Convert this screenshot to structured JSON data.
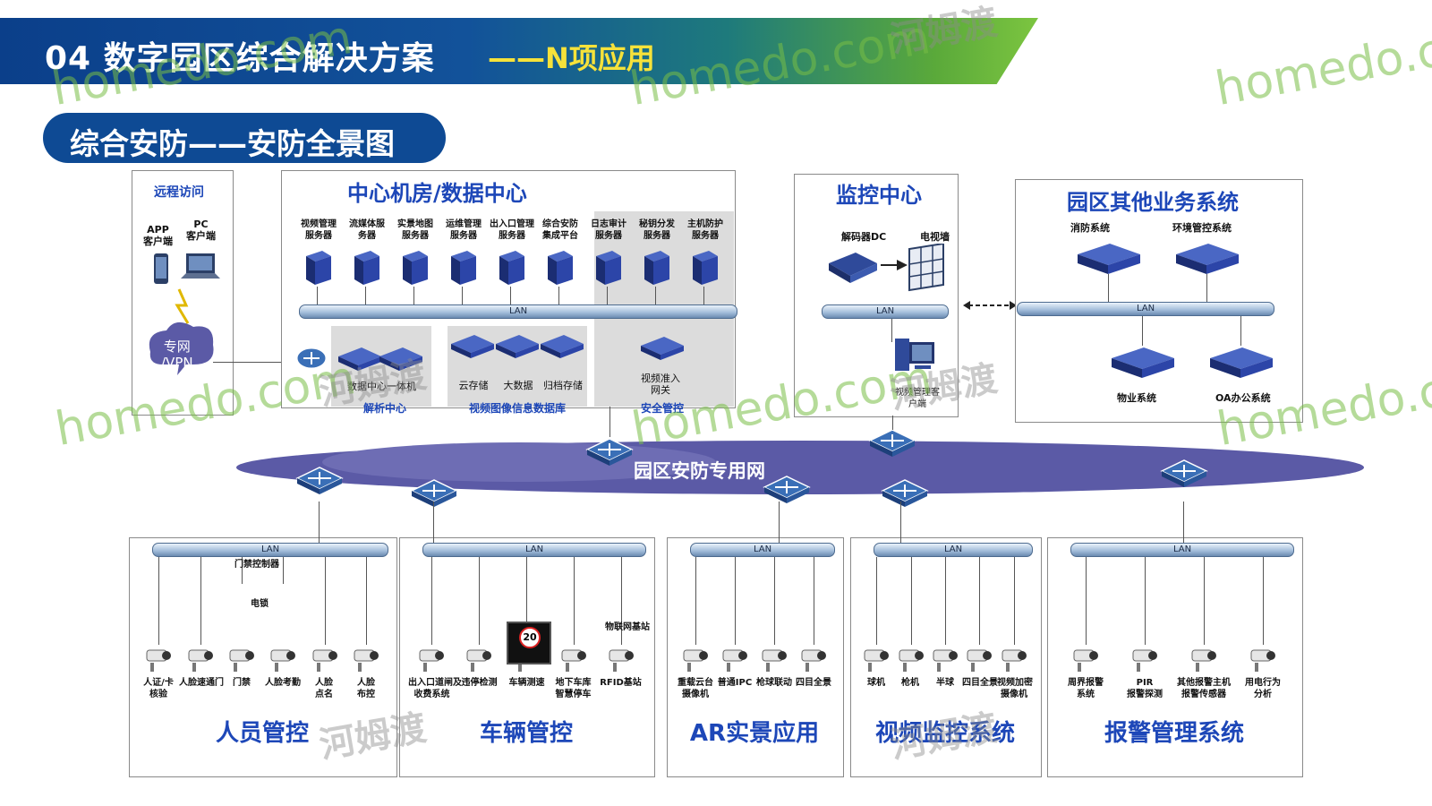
{
  "header": {
    "title": "04  数字园区综合解决方案",
    "subtitle": "——N项应用"
  },
  "section_pill": "综合安防——安防全景图",
  "remote": {
    "title": "远程访问",
    "app": "APP\n客户端",
    "pc": "PC\n客户端",
    "vpn": "专网\n/VPN"
  },
  "datacenter": {
    "title": "中心机房/数据中心",
    "servers": [
      "视频管理\n服务器",
      "流媒体服\n务器",
      "实景地图\n服务器",
      "运维管理\n服务器",
      "出入口管理\n服务器",
      "综合安防\n集成平台",
      "日志审计\n服务器",
      "秘钥分发\n服务器",
      "主机防护\n服务器"
    ],
    "lan": "LAN",
    "analysis_item": "数据中心一体机",
    "analysis_label": "解析中心",
    "db_items": [
      "云存储",
      "大数据",
      "归档存储"
    ],
    "db_label": "视频图像信息数据库",
    "security_item": "视频准入\n网关",
    "security_label": "安全管控"
  },
  "monitor_center": {
    "title": "监控中心",
    "decoder": "解码器DC",
    "tvwall": "电视墙",
    "lan": "LAN",
    "client": "视频管理客\n户端"
  },
  "other_systems": {
    "title": "园区其他业务系统",
    "items": [
      "消防系统",
      "环境管控系统",
      "物业系统",
      "OA办公系统"
    ],
    "lan": "LAN"
  },
  "network": {
    "label": "园区安防专用网"
  },
  "bottom_sections": [
    {
      "title": "人员管控",
      "lan": "LAN",
      "top_items": [
        "门禁控制器",
        "电锁"
      ],
      "items": [
        "人证/卡\n核验",
        "人脸速通门",
        "门禁",
        "人脸考勤",
        "人脸\n点名",
        "人脸\n布控"
      ]
    },
    {
      "title": "车辆管控",
      "lan": "LAN",
      "top_items": [
        "物联网基站"
      ],
      "items": [
        "出入口道闸及\n收费系统",
        "违停检测",
        "车辆测速",
        "地下车库\n智慧停车",
        "RFID基站"
      ],
      "display_value": "20"
    },
    {
      "title": "AR实景应用",
      "lan": "LAN",
      "items": [
        "重载云台\n摄像机",
        "普通IPC",
        "枪球联动",
        "四目全景"
      ]
    },
    {
      "title": "视频监控系统",
      "lan": "LAN",
      "items": [
        "球机",
        "枪机",
        "半球",
        "四目全景",
        "视频加密\n摄像机"
      ]
    },
    {
      "title": "报警管理系统",
      "lan": "LAN",
      "items": [
        "周界报警\n系统",
        "PIR\n报警探测",
        "其他报警主机\n报警传感器",
        "用电行为\n分析"
      ]
    }
  ],
  "watermarks": {
    "brand": "homedo.com",
    "brand_cn": "河姆渡"
  },
  "colors": {
    "banner": "#0b3f8a",
    "accent_yellow": "#f6e23a",
    "title_blue": "#1d47b8",
    "network": "#5b5aa6"
  }
}
